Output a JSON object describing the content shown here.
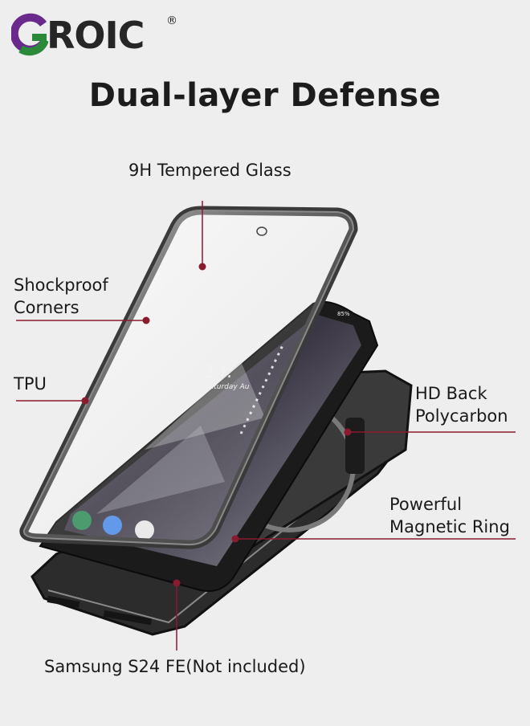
{
  "brand": {
    "name": "GROIC",
    "name_tail": "ROIC",
    "registered": "®",
    "colors": {
      "purple": "#6a2a8c",
      "green": "#2b8a3a",
      "dark": "#262626"
    }
  },
  "title": "Dual-layer Defense",
  "labels": {
    "tempered_glass": "9H Tempered Glass",
    "shockproof_line1": "Shockproof",
    "shockproof_line2": "Corners",
    "tpu": "TPU",
    "hd_back_line1": "HD Back",
    "hd_back_line2": "Polycarbon",
    "magnetic_line1": "Powerful",
    "magnetic_line2": "Magnetic Ring",
    "device": "Samsung S24 FE(Not included)"
  },
  "phone_screen": {
    "time": "14:",
    "date": "Saturday Au",
    "battery": "85%"
  },
  "accent_color": "#8a1a2e"
}
